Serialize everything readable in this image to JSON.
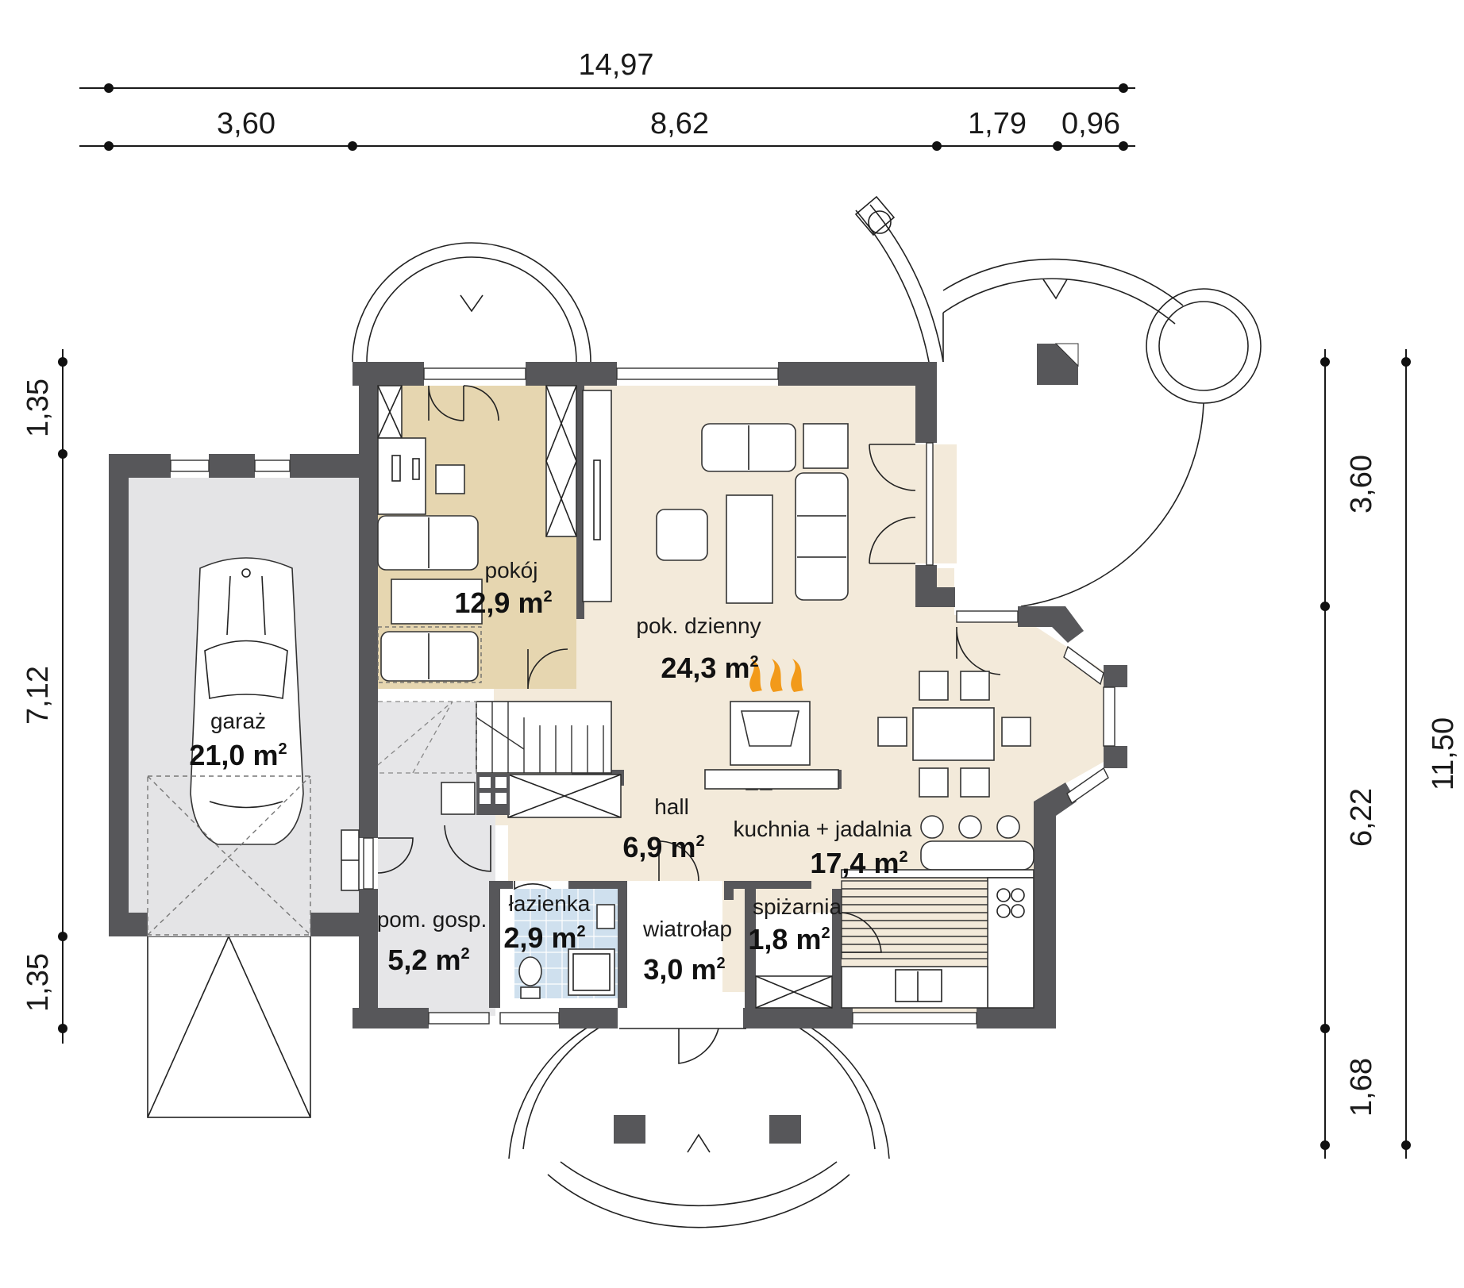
{
  "dimensions": {
    "top_total": "14,97",
    "top_segments": [
      "3,60",
      "8,62",
      "1,79",
      "0,96"
    ],
    "left": [
      "1,35",
      "7,12",
      "1,35"
    ],
    "right_inner": [
      "3,60",
      "6,22",
      "1,68"
    ],
    "right_total": "11,50"
  },
  "rooms": {
    "garaz": {
      "name": "garaż",
      "area": "21,0 m",
      "sup": "2"
    },
    "pokoj": {
      "name": "pokój",
      "area": "12,9 m",
      "sup": "2"
    },
    "dzienny": {
      "name": "pok. dzienny",
      "area": "24,3 m",
      "sup": "2"
    },
    "hall": {
      "name": "hall",
      "area": "6,9 m",
      "sup": "2"
    },
    "kuchnia": {
      "name": "kuchnia + jadalnia",
      "area": "17,4 m",
      "sup": "2"
    },
    "gosp": {
      "name": "pom. gosp.",
      "area": "5,2 m",
      "sup": "2"
    },
    "lazienka": {
      "name": "łazienka",
      "area": "2,9 m",
      "sup": "2"
    },
    "wiatrolap": {
      "name": "wiatrołap",
      "area": "3,0 m",
      "sup": "2"
    },
    "spizarnia": {
      "name": "spiżarnia",
      "area": "1,8 m",
      "sup": "2"
    }
  },
  "colors": {
    "wall": "#57575a",
    "garage_floor": "#e4e4e6",
    "living_floor": "#f3eada",
    "room_floor": "#e6d6b0",
    "bath_floor": "#cfe0ee",
    "utility_floor": "#e6e6e8",
    "fire": "#f29a1a"
  }
}
